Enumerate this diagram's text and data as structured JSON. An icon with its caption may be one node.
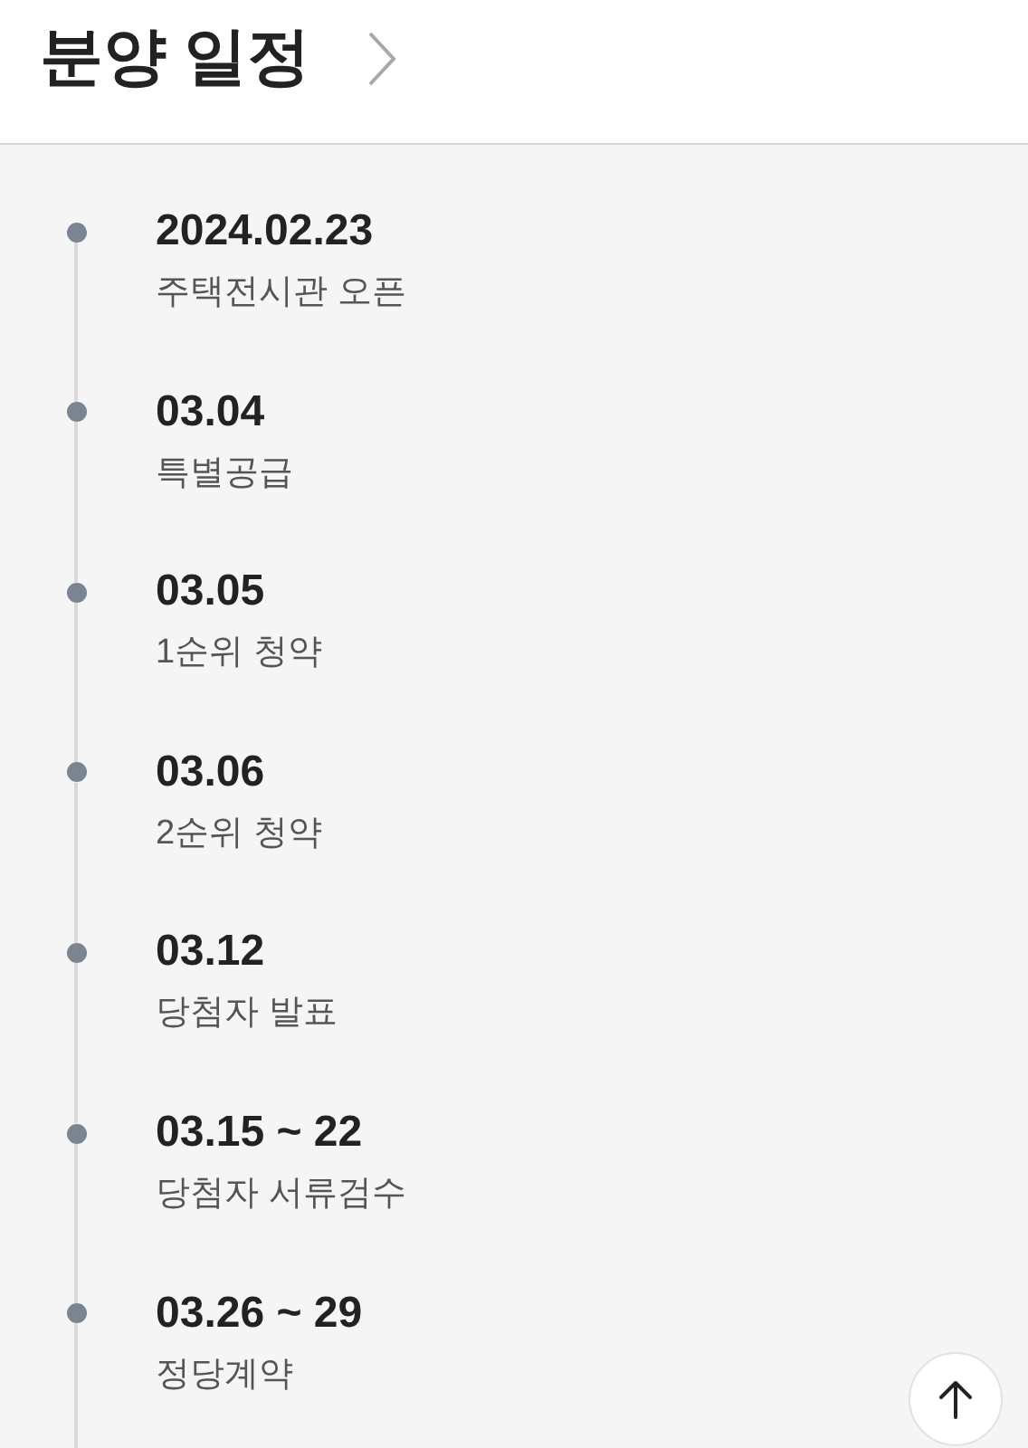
{
  "diagram": {
    "title": "분양 일정",
    "nodes": [
      {
        "text": [],
        "shape": "circle",
        "beside": [
          "2024.02.23",
          "주택전시관 오픈"
        ]
      },
      {
        "text": [],
        "shape": "circle",
        "beside": [
          "03.04",
          "특별공급"
        ]
      },
      {
        "text": [],
        "shape": "circle",
        "beside": [
          "03.05",
          "1순위 청약"
        ]
      },
      {
        "text": [],
        "shape": "circle",
        "beside": [
          "03.06",
          "2순위 청약"
        ]
      },
      {
        "text": [],
        "shape": "circle",
        "beside": [
          "03.12",
          "당첨자 발표"
        ]
      },
      {
        "text": [],
        "shape": "circle",
        "beside": [
          "03.15 ~ 22",
          "당첨자 서류검수"
        ]
      },
      {
        "text": [],
        "shape": "circle",
        "beside": [
          "03.26 ~ 29",
          "정당계약"
        ]
      }
    ],
    "edges": [
      {
        "from": 0,
        "to": 1,
        "arrow": "none"
      },
      {
        "from": 1,
        "to": 2,
        "arrow": "none"
      },
      {
        "from": 2,
        "to": 3,
        "arrow": "none"
      },
      {
        "from": 3,
        "to": 4,
        "arrow": "none"
      },
      {
        "from": 4,
        "to": 5,
        "arrow": "none"
      },
      {
        "from": 5,
        "to": 6,
        "arrow": "none"
      },
      {
        "from": 6,
        "to": null,
        "arrow": "none"
      }
    ]
  }
}
